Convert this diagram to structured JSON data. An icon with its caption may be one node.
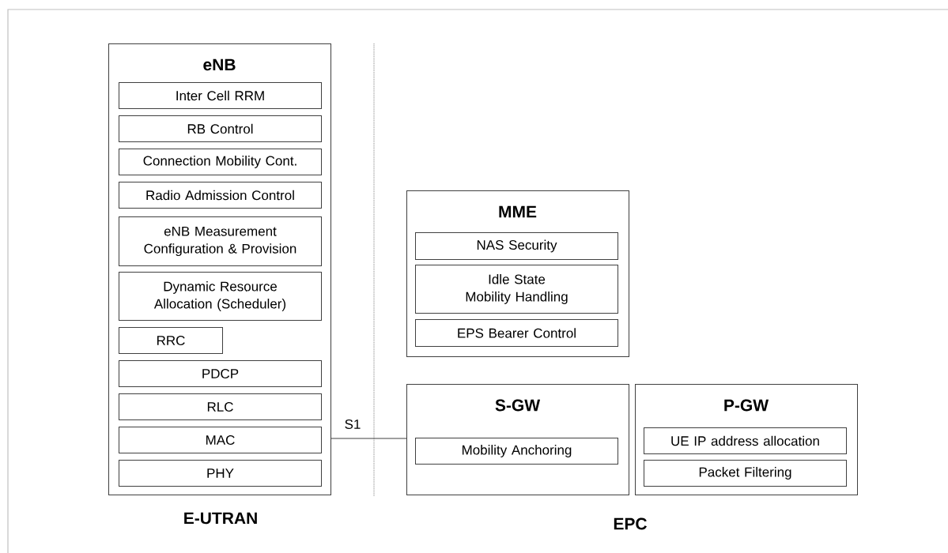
{
  "diagram": {
    "nodes": [
      {
        "text": [
          "eNB"
        ]
      },
      {
        "text": [
          "Inter Cell RRM"
        ],
        "in": 0
      },
      {
        "text": [
          "RB Control"
        ],
        "in": 0
      },
      {
        "text": [
          "Connection Mobility Cont."
        ],
        "in": 0
      },
      {
        "text": [
          "Radio Admission Control"
        ],
        "in": 0
      },
      {
        "text": [
          "eNB Measurement Configuration & Provision"
        ],
        "in": 0
      },
      {
        "text": [
          "Dynamic Resource Allocation (Scheduler)"
        ],
        "in": 0
      },
      {
        "text": [
          "RRC"
        ],
        "in": 0
      },
      {
        "text": [
          "PDCP"
        ],
        "in": 0
      },
      {
        "text": [
          "RLC"
        ],
        "in": 0
      },
      {
        "text": [
          "MAC"
        ],
        "in": 0
      },
      {
        "text": [
          "PHY"
        ],
        "in": 0
      },
      {
        "text": [
          "MME"
        ]
      },
      {
        "text": [
          "NAS Security"
        ],
        "in": 12
      },
      {
        "text": [
          "Idle State Mobility Handling"
        ],
        "in": 12
      },
      {
        "text": [
          "EPS Bearer Control"
        ],
        "in": 12
      },
      {
        "text": [
          "S-GW"
        ]
      },
      {
        "text": [
          "Mobility Anchoring"
        ],
        "in": 16
      },
      {
        "text": [
          "P-GW"
        ]
      },
      {
        "text": [
          "UE IP address allocation"
        ],
        "in": 18
      },
      {
        "text": [
          "Packet Filtering"
        ],
        "in": 18
      }
    ],
    "edges": [
      {
        "from": 0,
        "to": 16,
        "arrow": "none",
        "label": "S1"
      }
    ],
    "labels": [
      "E-UTRAN",
      "EPC"
    ]
  }
}
